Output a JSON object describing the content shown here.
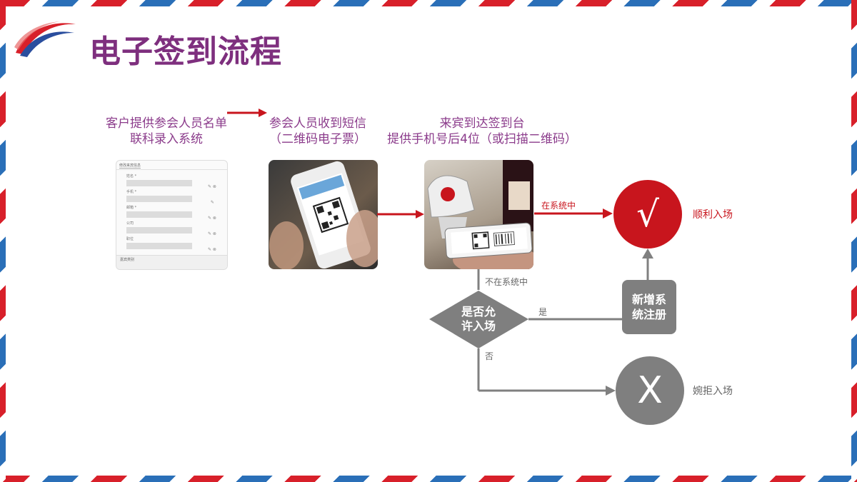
{
  "page": {
    "title": "电子签到流程"
  },
  "steps": [
    {
      "line1": "客户提供参会人员名单",
      "line2": "联科录入系统"
    },
    {
      "line1": "参会人员收到短信",
      "line2": "（二维码电子票）"
    },
    {
      "line1": "来宾到达签到台",
      "line2": "提供手机号后4位（或扫描二维码）"
    }
  ],
  "form_mock": {
    "tab": "修改来宾信息",
    "fields": [
      "姓名 *",
      "手机 *",
      "邮箱 *",
      "公司",
      "职位"
    ],
    "footer": "嘉宾类别"
  },
  "flow": {
    "in_system": "在系统中",
    "not_in_system": "不在系统中",
    "decision": {
      "line1": "是否允",
      "line2": "许入场"
    },
    "yes": "是",
    "no": "否",
    "register": {
      "line1": "新增系",
      "line2": "统注册"
    },
    "success_symbol": "√",
    "success_label": "顺利入场",
    "reject_symbol": "X",
    "reject_label": "婉拒入场"
  },
  "colors": {
    "title": "#7e2f7e",
    "accent_red": "#c8151d",
    "flow_gray": "#808080",
    "label_purple": "#8b3b8b"
  }
}
